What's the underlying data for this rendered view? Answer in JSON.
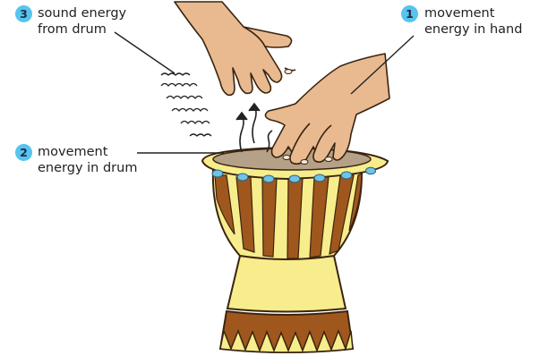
{
  "colors": {
    "badge": "#56c4ee",
    "drum_yellow": "#f7ed8c",
    "drum_brown": "#a0571d",
    "drum_outline": "#3a2410",
    "drumhead": "#b5a088",
    "beads": "#6ec3e6",
    "skin": "#e9ba90",
    "line": "#222222"
  },
  "labels": [
    {
      "number": "1",
      "line1": "movement",
      "line2": "energy in hand"
    },
    {
      "number": "2",
      "line1": "movement",
      "line2": "energy in drum"
    },
    {
      "number": "3",
      "line1": "sound energy",
      "line2": "from drum"
    }
  ],
  "icons": [
    "left-hand-icon",
    "right-hand-icon",
    "drum-icon",
    "sound-wave-icon",
    "vibration-arrow-icon"
  ]
}
